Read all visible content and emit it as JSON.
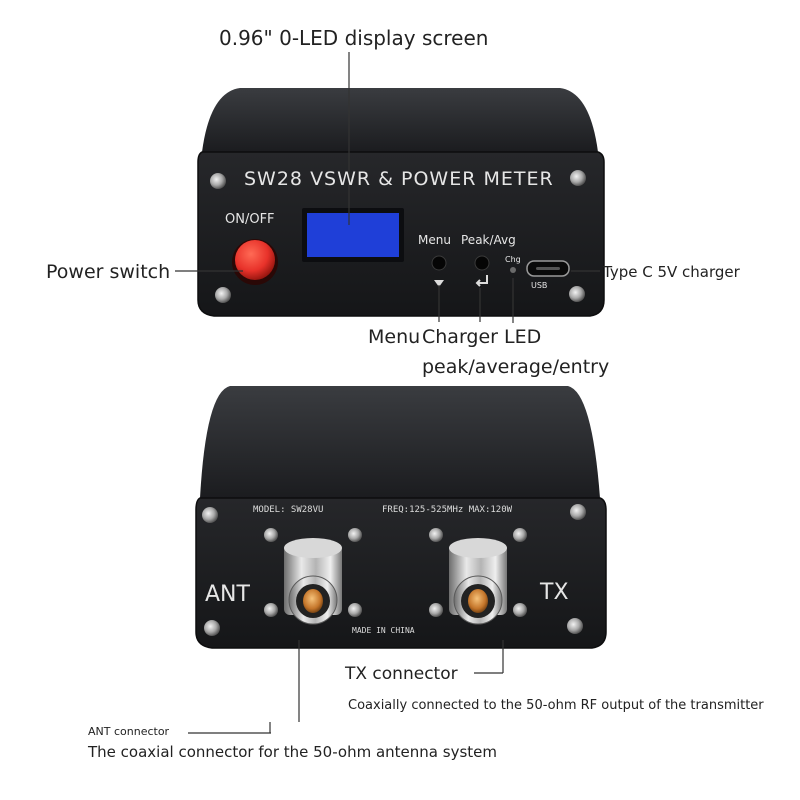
{
  "callouts": {
    "display": "0.96\" 0-LED display screen",
    "power_switch": "Power switch",
    "type_c": "Type C 5V charger",
    "menu": "Menu",
    "charger_led": "Charger LED",
    "peak_avg_entry": "peak/average/entry",
    "tx_connector": "TX connector",
    "tx_desc": "Coaxially connected to the 50-ohm RF output of the transmitter",
    "ant_connector": "ANT connector",
    "ant_desc": "The coaxial connector for the 50-ohm antenna system"
  },
  "front_panel": {
    "title": "SW28 VSWR  & POWER METER",
    "on_off": "ON/OFF",
    "menu_btn": "Menu",
    "peak_btn": "Peak/Avg",
    "chg": "Chg",
    "usb": "USB",
    "colors": {
      "body": "#2b2d31",
      "face": "#1d1e21",
      "power_button": "#e8322a",
      "screen": "#1f3fd8"
    }
  },
  "back_panel": {
    "model": "MODEL: SW28VU",
    "freq": "FREQ:125-525MHz  MAX:120W",
    "ant": "ANT",
    "tx": "TX",
    "made_in": "MADE IN CHINA"
  }
}
